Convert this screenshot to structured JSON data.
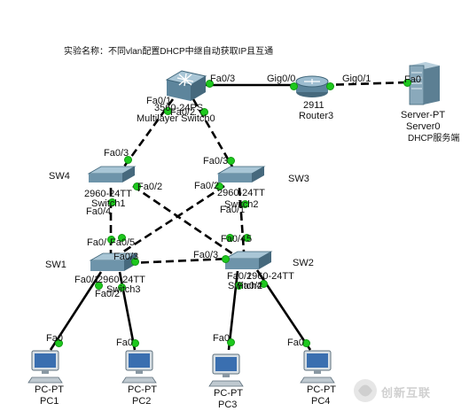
{
  "title": "实验名称：不同vlan配置DHCP中继自动获取IP且互通",
  "devices": {
    "ms": {
      "model": "3560-24PS",
      "name": "Multilayer Switch0"
    },
    "router": {
      "model": "2911",
      "name": "Router3"
    },
    "server": {
      "model": "Server-PT",
      "name": "Server0",
      "note": "DHCP服务端"
    },
    "sw4": {
      "tag": "SW4",
      "model": "2960-24TT",
      "name": "Switch1"
    },
    "sw3": {
      "tag": "SW3",
      "model": "2960-24TT",
      "name": "Switch2"
    },
    "sw1": {
      "tag": "SW1",
      "model": "2960-24TT",
      "name": "Switch3"
    },
    "sw2": {
      "tag": "SW2",
      "model": "2960-24TT",
      "name": "Switch4"
    },
    "pc1": {
      "model": "PC-PT",
      "name": "PC1"
    },
    "pc2": {
      "model": "PC-PT",
      "name": "PC2"
    },
    "pc3": {
      "model": "PC-PT",
      "name": "PC3"
    },
    "pc4": {
      "model": "PC-PT",
      "name": "PC4"
    }
  },
  "ports": {
    "ms_fa03": "Fa0/3",
    "ms_fa01": "Fa0/1",
    "ms_fa02": "Fa0/2",
    "r_gig00": "Gig0/0",
    "r_gig01": "Gig0/1",
    "srv_fa0": "Fa0",
    "sw4_fa03": "Fa0/3",
    "sw4_fa02": "Fa0/2",
    "sw4_fa04": "Fa0/4",
    "sw3_fa03": "Fa0/3",
    "sw3_fa02": "Fa0/2",
    "sw3_fa01": "Fa0/1",
    "sw1_fa0x": "Fa0/",
    "sw1_fa05": "Fa0/5",
    "sw1_fa03": "Fa0/3",
    "sw1_fa01": "Fa0/1",
    "sw1_fa02": "Fa0/2",
    "sw2_fa04": "Fa0/4",
    "sw2_fa05": "5",
    "sw2_fa03": "Fa0/3",
    "sw2_fa01": "Fa0/1",
    "sw2_fa02": "Fa0/2",
    "pc1_fa0": "Fa0",
    "pc2_fa0": "Fa0",
    "pc3_fa0": "Fa0",
    "pc4_fa0": "Fa0"
  },
  "watermark": {
    "text": "创新互联"
  },
  "colors": {
    "link": "#000000",
    "port_dot": "#1ec81e",
    "switch_top": "#8fb3c6",
    "switch_side": "#4f7f97",
    "router": "#6f93ad",
    "server": "#7f9fb5"
  }
}
